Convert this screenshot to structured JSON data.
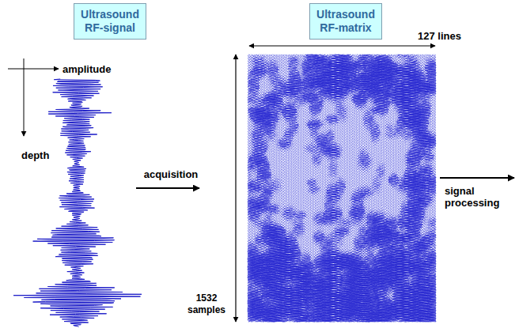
{
  "diagram": {
    "nodes": [
      {
        "text": [
          "Ultrasound RF-signal"
        ]
      },
      {
        "text": [
          "Ultrasound RF-matrix"
        ]
      }
    ],
    "labels": [
      "127 lines",
      "amplitude",
      "depth",
      "acquisition",
      "signal processing",
      "1532 samples"
    ]
  }
}
